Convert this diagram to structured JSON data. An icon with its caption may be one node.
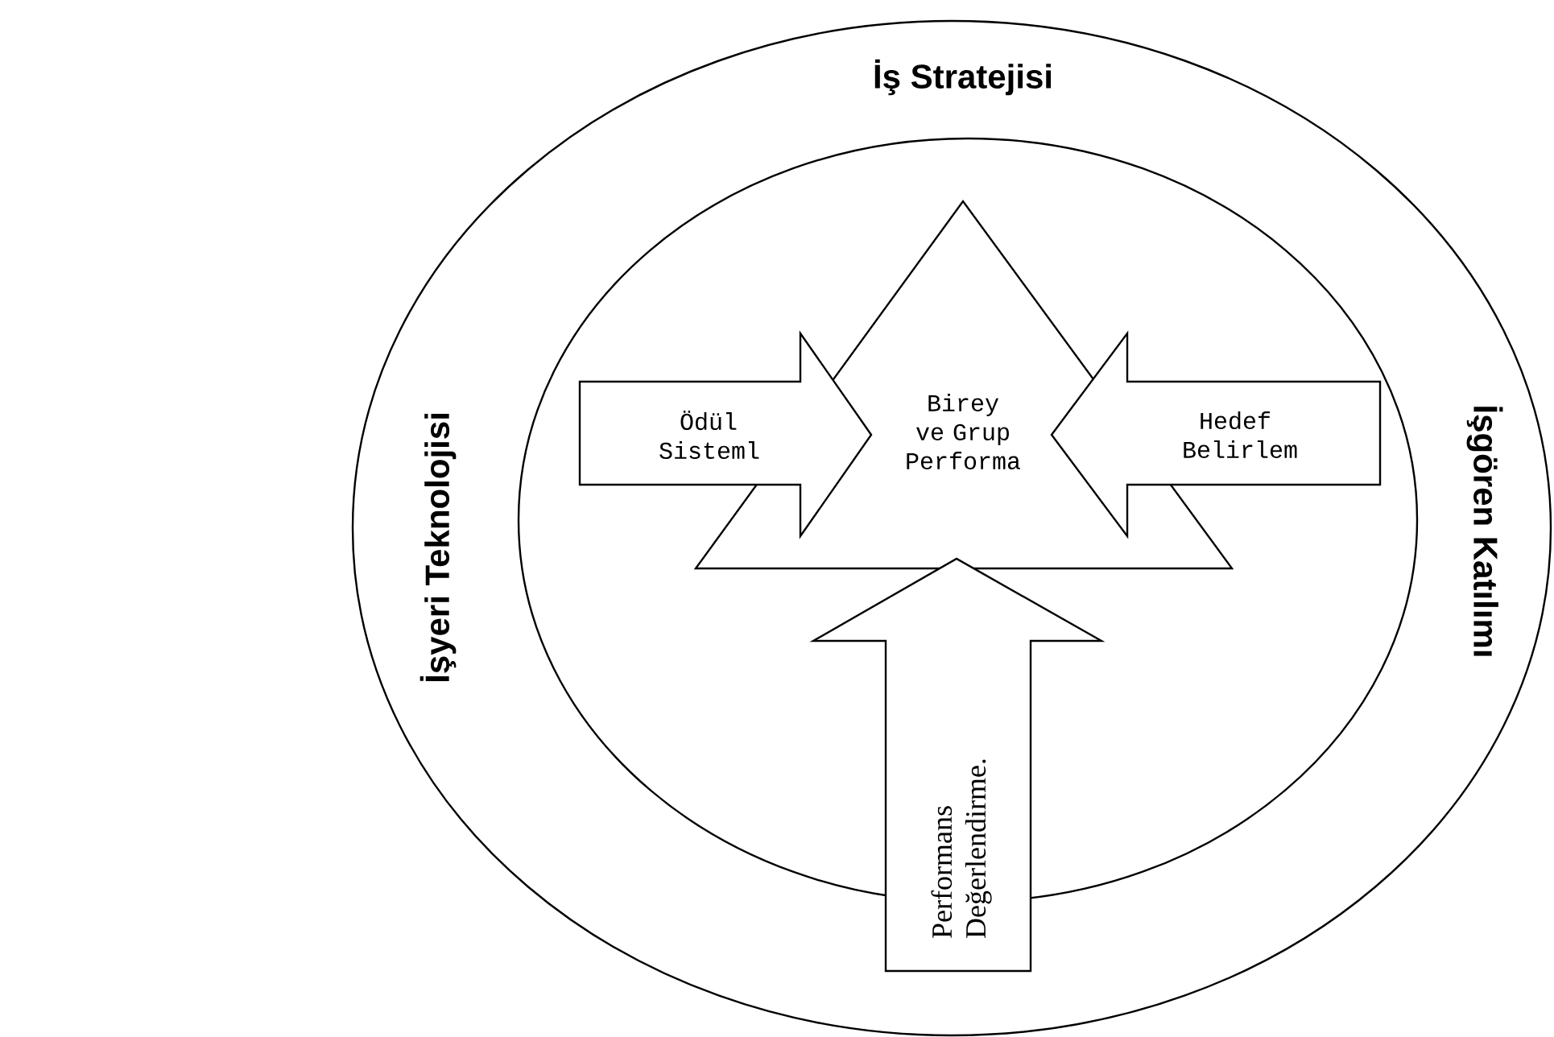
{
  "diagram": {
    "nodes": [
      {
        "text": [
          "İş Stratejisi",
          "İşyeri Teknolojisi",
          "İşgören Katılımı"
        ]
      },
      {
        "text": [],
        "shape": "circle",
        "in": 0
      },
      {
        "text": [
          "Birey ve Grup Performa"
        ],
        "in": 1
      },
      {
        "text": [
          "Ödül Sisteml"
        ],
        "in": 1
      },
      {
        "text": [
          "Hedef Belirlem"
        ],
        "in": 1
      },
      {
        "text": [
          "Performans Değerlendirme."
        ],
        "in": 0
      }
    ]
  }
}
